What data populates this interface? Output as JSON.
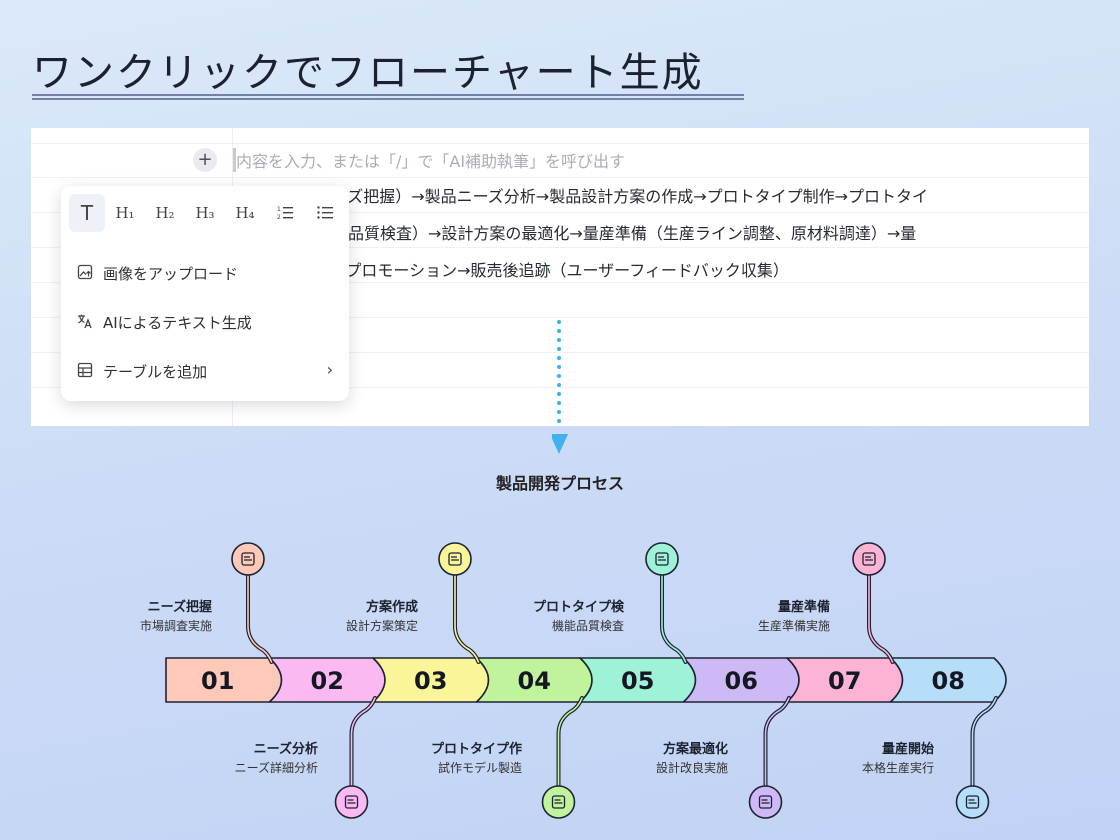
{
  "page_title": "ワンクリックでフローチャート生成",
  "editor": {
    "placeholder": "内容を入力、または「/」で「AI補助執筆」を呼び出す",
    "paragraph_lines": [
      "市場調査（ニーズ把握）→製品ニーズ分析→製品設計方案の作成→プロトタイプ制作→プロトタイ",
      "プ検証（機能・品質検査）→設計方案の最適化→量産準備（生産ライン調整、原材料調達）→量",
      "産開始→販売・プロモーション→販売後追跡（ユーザーフィードバック収集）"
    ]
  },
  "menu": {
    "tools": [
      "T",
      "H₁",
      "H₂",
      "H₃",
      "H₄",
      "ordered-list",
      "bullet-list"
    ],
    "items": [
      {
        "label": "画像をアップロード",
        "icon": "image-upload-icon"
      },
      {
        "label": "AIによるテキスト生成",
        "icon": "translate-icon"
      },
      {
        "label": "テーブルを追加",
        "icon": "table-icon",
        "has_submenu": true
      }
    ]
  },
  "flowchart": {
    "title": "製品開発プロセス",
    "steps": [
      {
        "num": "01",
        "title": "ニーズ把握",
        "subtitle": "市場調査実施",
        "color": "#ffc9b9",
        "icon": "mountain-flag-icon"
      },
      {
        "num": "02",
        "title": "ニーズ分析",
        "subtitle": "ニーズ詳細分析",
        "color": "#fbb9f2",
        "icon": "analytics-board-icon"
      },
      {
        "num": "03",
        "title": "方案作成",
        "subtitle": "設計方案策定",
        "color": "#fbf59a",
        "icon": "layers-icon"
      },
      {
        "num": "04",
        "title": "プロトタイプ作",
        "subtitle": "試作モデル製造",
        "color": "#c0f39c",
        "icon": "gear-icon"
      },
      {
        "num": "05",
        "title": "プロトタイプ検",
        "subtitle": "機能品質検査",
        "color": "#9ef2d8",
        "icon": "presentation-icon"
      },
      {
        "num": "06",
        "title": "方案最適化",
        "subtitle": "設計改良実施",
        "color": "#cdb9f6",
        "icon": "briefcase-icon"
      },
      {
        "num": "07",
        "title": "量産準備",
        "subtitle": "生産準備実施",
        "color": "#fdb3d3",
        "icon": "luggage-icon"
      },
      {
        "num": "08",
        "title": "量産開始",
        "subtitle": "本格生産実行",
        "color": "#b6def9",
        "icon": "robot-icon"
      }
    ]
  }
}
